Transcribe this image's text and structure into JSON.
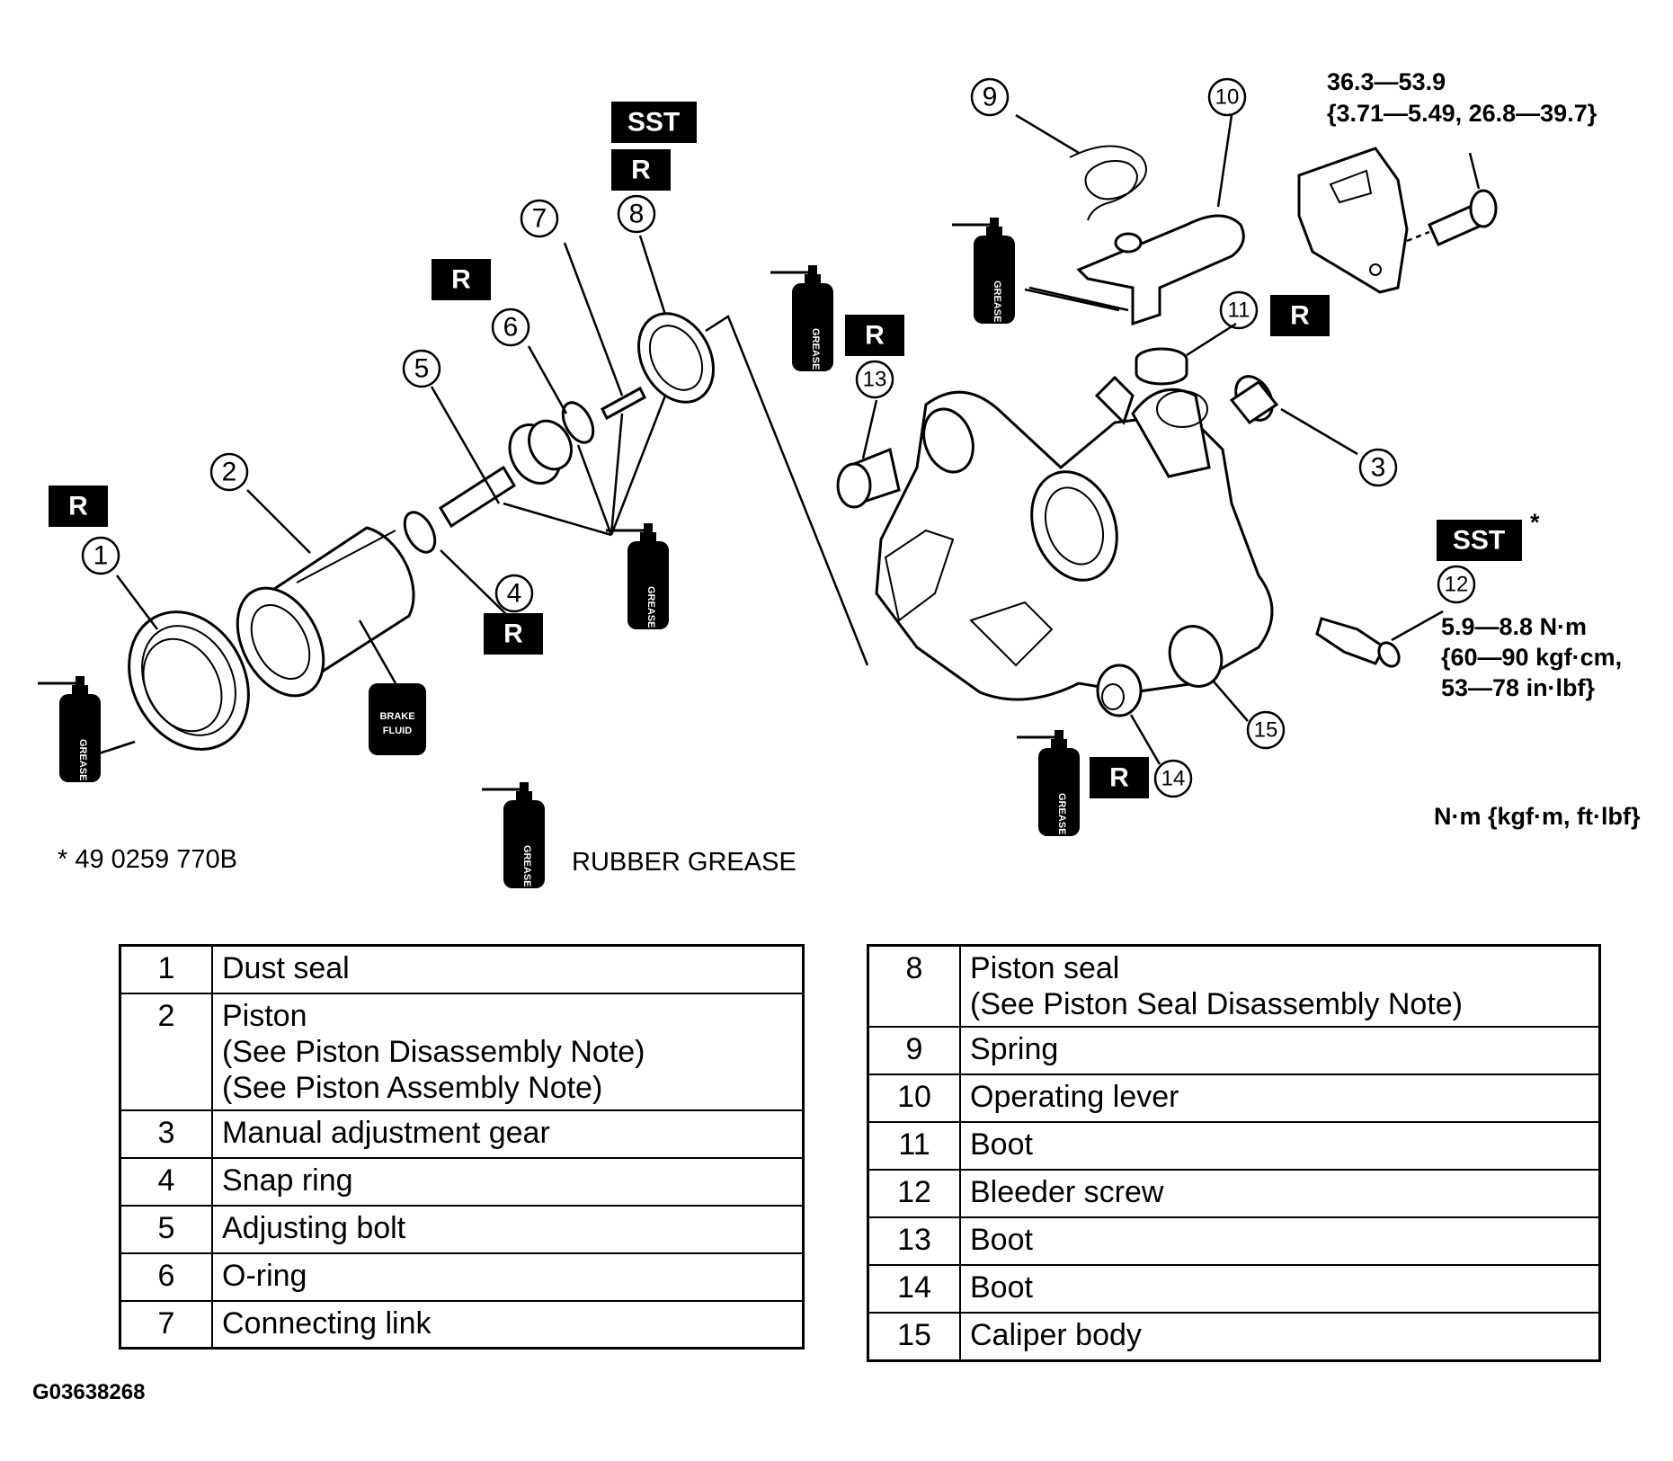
{
  "figure": {
    "figure_id": "G03638268",
    "units_legend": "N·m {kgf·m, ft·lbf}",
    "sst_footnote": "* 49 0259 770B",
    "grease_legend": "RUBBER GREASE",
    "tags": {
      "replace": "R",
      "special_service_tool": "SST",
      "grease_can": "GREASE",
      "brake_fluid_can_line1": "BRAKE",
      "brake_fluid_can_line2": "FLUID"
    },
    "callouts": [
      "1",
      "2",
      "3",
      "4",
      "5",
      "6",
      "7",
      "8",
      "9",
      "10",
      "11",
      "12",
      "13",
      "14",
      "15"
    ],
    "torque_bracket": {
      "line1": "36.3—53.9",
      "line2": "{3.71—5.49, 26.8—39.7}"
    },
    "torque_bleeder": {
      "line1": "5.9—8.8 N·m",
      "line2": "{60—90 kgf·cm,",
      "line3": "53—78 in·lbf}"
    },
    "sst_asterisk": "*"
  },
  "parts_table": {
    "left": [
      {
        "num": "1",
        "desc": "Dust seal"
      },
      {
        "num": "2",
        "desc": "Piston\n(See  Piston Disassembly Note)\n(See  Piston Assembly Note)"
      },
      {
        "num": "3",
        "desc": "Manual adjustment gear"
      },
      {
        "num": "4",
        "desc": "Snap ring"
      },
      {
        "num": "5",
        "desc": "Adjusting bolt"
      },
      {
        "num": "6",
        "desc": "O-ring"
      },
      {
        "num": "7",
        "desc": "Connecting link"
      }
    ],
    "right": [
      {
        "num": "8",
        "desc": "Piston seal\n(See  Piston Seal Disassembly Note)"
      },
      {
        "num": "9",
        "desc": "Spring"
      },
      {
        "num": "10",
        "desc": "Operating lever"
      },
      {
        "num": "11",
        "desc": "Boot"
      },
      {
        "num": "12",
        "desc": "Bleeder screw"
      },
      {
        "num": "13",
        "desc": "Boot"
      },
      {
        "num": "14",
        "desc": "Boot"
      },
      {
        "num": "15",
        "desc": "Caliper body"
      }
    ]
  }
}
